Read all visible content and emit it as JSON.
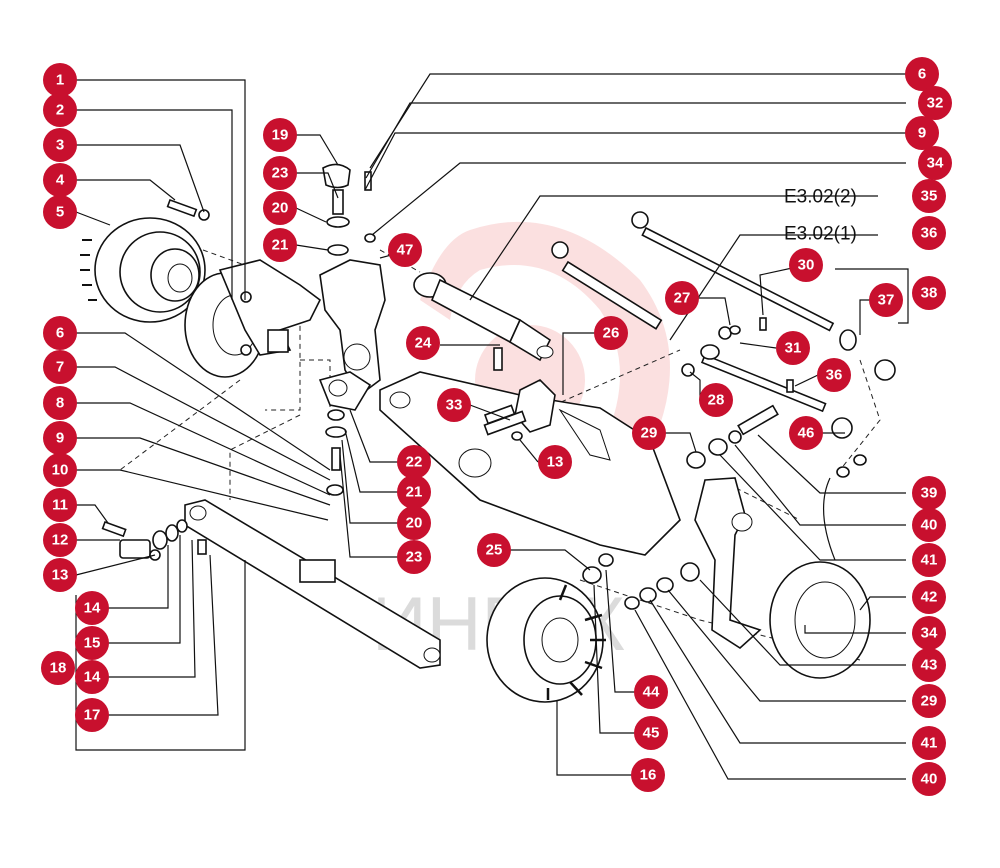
{
  "watermark": {
    "text": "ИНБАК",
    "color": "#e8413c"
  },
  "callout_color": "#c8102e",
  "callouts": [
    {
      "id": "c1",
      "label": "1"
    },
    {
      "id": "c2",
      "label": "2"
    },
    {
      "id": "c3",
      "label": "3"
    },
    {
      "id": "c4",
      "label": "4"
    },
    {
      "id": "c5",
      "label": "5"
    },
    {
      "id": "c6a",
      "label": "6"
    },
    {
      "id": "c7",
      "label": "7"
    },
    {
      "id": "c8",
      "label": "8"
    },
    {
      "id": "c9a",
      "label": "9"
    },
    {
      "id": "c10",
      "label": "10"
    },
    {
      "id": "c11",
      "label": "11"
    },
    {
      "id": "c12",
      "label": "12"
    },
    {
      "id": "c13a",
      "label": "13"
    },
    {
      "id": "c14a",
      "label": "14"
    },
    {
      "id": "c15",
      "label": "15"
    },
    {
      "id": "c14b",
      "label": "14"
    },
    {
      "id": "c17",
      "label": "17"
    },
    {
      "id": "c18",
      "label": "18"
    },
    {
      "id": "c19",
      "label": "19"
    },
    {
      "id": "c23a",
      "label": "23"
    },
    {
      "id": "c20a",
      "label": "20"
    },
    {
      "id": "c21a",
      "label": "21"
    },
    {
      "id": "c47",
      "label": "47"
    },
    {
      "id": "c24",
      "label": "24"
    },
    {
      "id": "c26",
      "label": "26"
    },
    {
      "id": "c33",
      "label": "33"
    },
    {
      "id": "c13b",
      "label": "13"
    },
    {
      "id": "c22",
      "label": "22"
    },
    {
      "id": "c21b",
      "label": "21"
    },
    {
      "id": "c20b",
      "label": "20"
    },
    {
      "id": "c23b",
      "label": "23"
    },
    {
      "id": "c25",
      "label": "25"
    },
    {
      "id": "c6b",
      "label": "6"
    },
    {
      "id": "c32",
      "label": "32"
    },
    {
      "id": "c9b",
      "label": "9"
    },
    {
      "id": "c34a",
      "label": "34"
    },
    {
      "id": "c35",
      "label": "35"
    },
    {
      "id": "c36a",
      "label": "36"
    },
    {
      "id": "c30",
      "label": "30"
    },
    {
      "id": "c27",
      "label": "27"
    },
    {
      "id": "c31",
      "label": "31"
    },
    {
      "id": "c28",
      "label": "28"
    },
    {
      "id": "c36b",
      "label": "36"
    },
    {
      "id": "c37",
      "label": "37"
    },
    {
      "id": "c38",
      "label": "38"
    },
    {
      "id": "c29a",
      "label": "29"
    },
    {
      "id": "c46",
      "label": "46"
    },
    {
      "id": "c39",
      "label": "39"
    },
    {
      "id": "c40a",
      "label": "40"
    },
    {
      "id": "c41a",
      "label": "41"
    },
    {
      "id": "c42",
      "label": "42"
    },
    {
      "id": "c34b",
      "label": "34"
    },
    {
      "id": "c43",
      "label": "43"
    },
    {
      "id": "c29b",
      "label": "29"
    },
    {
      "id": "c41b",
      "label": "41"
    },
    {
      "id": "c40b",
      "label": "40"
    },
    {
      "id": "c44",
      "label": "44"
    },
    {
      "id": "c45",
      "label": "45"
    },
    {
      "id": "c16",
      "label": "16"
    }
  ],
  "references": [
    {
      "id": "r35",
      "label": "E3.02(2)"
    },
    {
      "id": "r36",
      "label": "E3.02(1)"
    }
  ]
}
